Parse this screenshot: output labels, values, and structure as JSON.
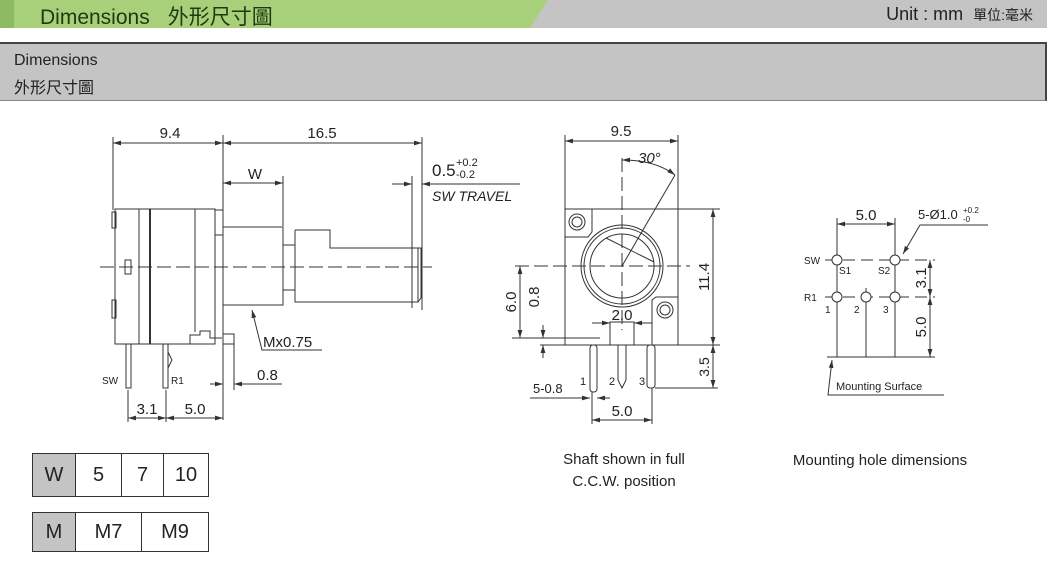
{
  "banner": {
    "title_en": "Dimensions",
    "title_cn": "外形尺寸圖",
    "unit_en": "Unit : mm",
    "unit_cn": "單位:毫米",
    "green": "#a8cf7a",
    "gray": "#c4c4c4"
  },
  "section": {
    "title_en": "Dimensions",
    "title_cn": "外形尺寸圖"
  },
  "side_view": {
    "d_body": "9.4",
    "d_shaft": "16.5",
    "d_w": "W",
    "d_travel": "0.5",
    "d_travel_plus": "+0.2",
    "d_travel_minus": "-0.2",
    "travel_label": "SW TRAVEL",
    "thread": "Mx0.75",
    "d_tab": "0.8",
    "d_pin1": "3.1",
    "d_pin2": "5.0",
    "pin_sw": "SW",
    "pin_r1": "R1"
  },
  "front_view": {
    "d_width": "9.5",
    "angle": "30°",
    "d_height": "11.4",
    "d_center": "6.0",
    "d_offset": "0.8",
    "d_key": "2.0",
    "d_pin_len": "3.5",
    "d_pin_w": "5-0.8",
    "d_pitch": "5.0",
    "pin1": "1",
    "pin2": "2",
    "pin3": "3",
    "caption_line1": "Shaft shown in full",
    "caption_line2": "C.C.W. position"
  },
  "mounting": {
    "d_pitch": "5.0",
    "hole": "5-Ø1.0",
    "hole_plus": "+0.2",
    "hole_minus": "-0",
    "d_row": "3.1",
    "d_surface": "5.0",
    "sw": "SW",
    "s1": "S1",
    "s2": "S2",
    "r1": "R1",
    "p1": "1",
    "p2": "2",
    "p3": "3",
    "surface_label": "Mounting Surface",
    "caption": "Mounting hole dimensions"
  },
  "table_w": {
    "header": "W",
    "values": [
      "5",
      "7",
      "10"
    ]
  },
  "table_m": {
    "header": "M",
    "values": [
      "M7",
      "M9"
    ]
  }
}
